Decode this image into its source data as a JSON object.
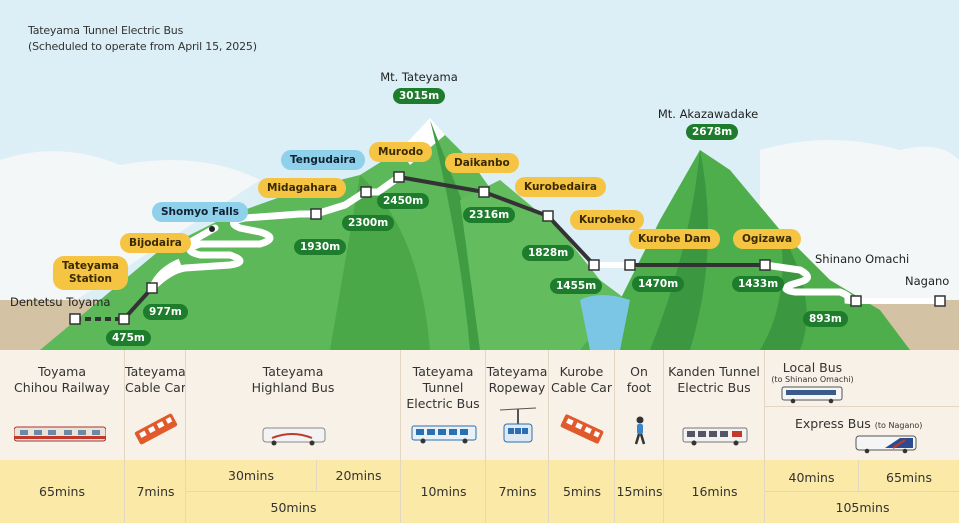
{
  "header": {
    "title": "Tateyama Tunnel Electric Bus",
    "subtitle": "(Scheduled to operate from April 15, 2025)"
  },
  "peaks": [
    {
      "name": "Mt. Tateyama",
      "elev": "3015m"
    },
    {
      "name": "Mt. Akazawadake",
      "elev": "2678m"
    }
  ],
  "stations": {
    "dentetsu_toyama": "Dentetsu Toyama",
    "tateyama_station": "Tateyama\nStation",
    "bijodaira": "Bijodaira",
    "shomyo_falls": "Shomyo Falls",
    "midagahara": "Midagahara",
    "tengudaira": "Tengudaira",
    "murodo": "Murodo",
    "daikanbo": "Daikanbo",
    "kurobedaira": "Kurobedaira",
    "kurobeko": "Kurobeko",
    "kurobe_dam": "Kurobe Dam",
    "ogizawa": "Ogizawa",
    "shinano_omachi": "Shinano Omachi",
    "nagano": "Nagano"
  },
  "elevations": {
    "tateyama": "475m",
    "bijodaira": "977m",
    "midagahara": "1930m",
    "tengudaira": "2300m",
    "murodo": "2450m",
    "daikanbo": "2316m",
    "kurobedaira": "1828m",
    "kurobeko": "1455m",
    "kurobe_dam": "1470m",
    "ogizawa": "1433m",
    "shinano_omachi": "893m"
  },
  "table": {
    "columns": [
      {
        "name": "Toyama\nChihou Railway",
        "icon": "train-icon",
        "time": "65mins"
      },
      {
        "name": "Tateyama\nCable Car",
        "icon": "cable-car-icon",
        "time": "7mins"
      },
      {
        "name": "Tateyama\nHighland Bus",
        "icon": "bus-icon",
        "time_a": "30mins",
        "time_b": "20mins",
        "time": "50mins"
      },
      {
        "name": "Tateyama\nTunnel\nElectric Bus",
        "icon": "electric-bus-icon",
        "time": "10mins"
      },
      {
        "name": "Tateyama\nRopeway",
        "icon": "ropeway-icon",
        "time": "7mins"
      },
      {
        "name": "Kurobe\nCable Car",
        "icon": "cable-car-icon",
        "time": "5mins"
      },
      {
        "name": "On\nfoot",
        "icon": "walking-person-icon",
        "time": "15mins"
      },
      {
        "name": "Kanden Tunnel\nElectric Bus",
        "icon": "electric-bus-icon",
        "time": "16mins"
      }
    ],
    "last": {
      "local_bus": "Local Bus",
      "local_bus_note": "(to Shinano Omachi)",
      "express_bus": "Express Bus",
      "express_bus_note": "(to Nagano)",
      "time_a": "40mins",
      "time_b": "65mins",
      "time": "105mins"
    }
  },
  "colors": {
    "sky": "#dceef6",
    "mountain": "#4fae4c",
    "mountain_dark": "#2f8a3a",
    "yellow_label": "#f6c443",
    "blue_label": "#8fd0ea",
    "green_label": "#1e7d2c",
    "table_header": "#f7f1e7",
    "table_footer": "#fbe9a8"
  }
}
